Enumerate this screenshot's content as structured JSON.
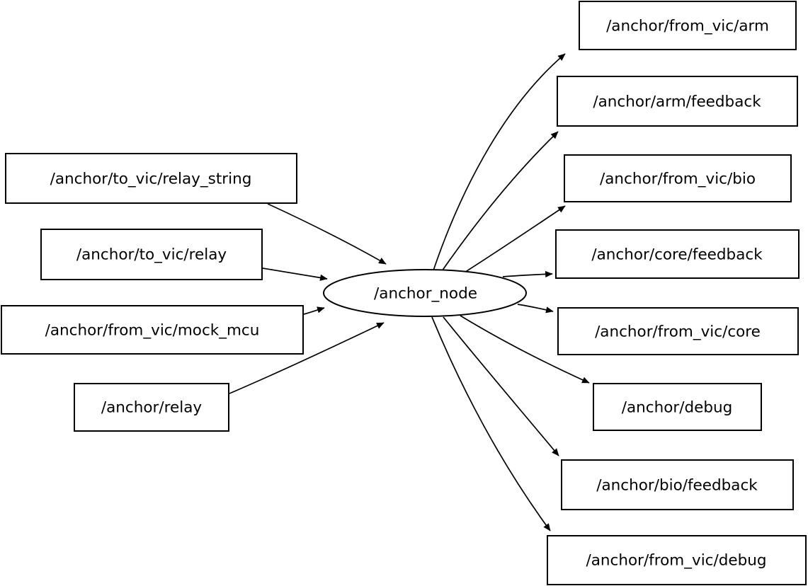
{
  "graph": {
    "center_node": {
      "label": "/anchor_node"
    },
    "left_topics": [
      {
        "label": "/anchor/to_vic/relay_string"
      },
      {
        "label": "/anchor/to_vic/relay"
      },
      {
        "label": "/anchor/from_vic/mock_mcu"
      },
      {
        "label": "/anchor/relay"
      }
    ],
    "right_topics": [
      {
        "label": "/anchor/from_vic/arm"
      },
      {
        "label": "/anchor/arm/feedback"
      },
      {
        "label": "/anchor/from_vic/bio"
      },
      {
        "label": "/anchor/core/feedback"
      },
      {
        "label": "/anchor/from_vic/core"
      },
      {
        "label": "/anchor/debug"
      },
      {
        "label": "/anchor/bio/feedback"
      },
      {
        "label": "/anchor/from_vic/debug"
      }
    ],
    "colors": {
      "background": "#ffffff",
      "node_fill": "#ffffff",
      "stroke": "#000000",
      "text": "#000000",
      "edge": "#000000"
    }
  }
}
